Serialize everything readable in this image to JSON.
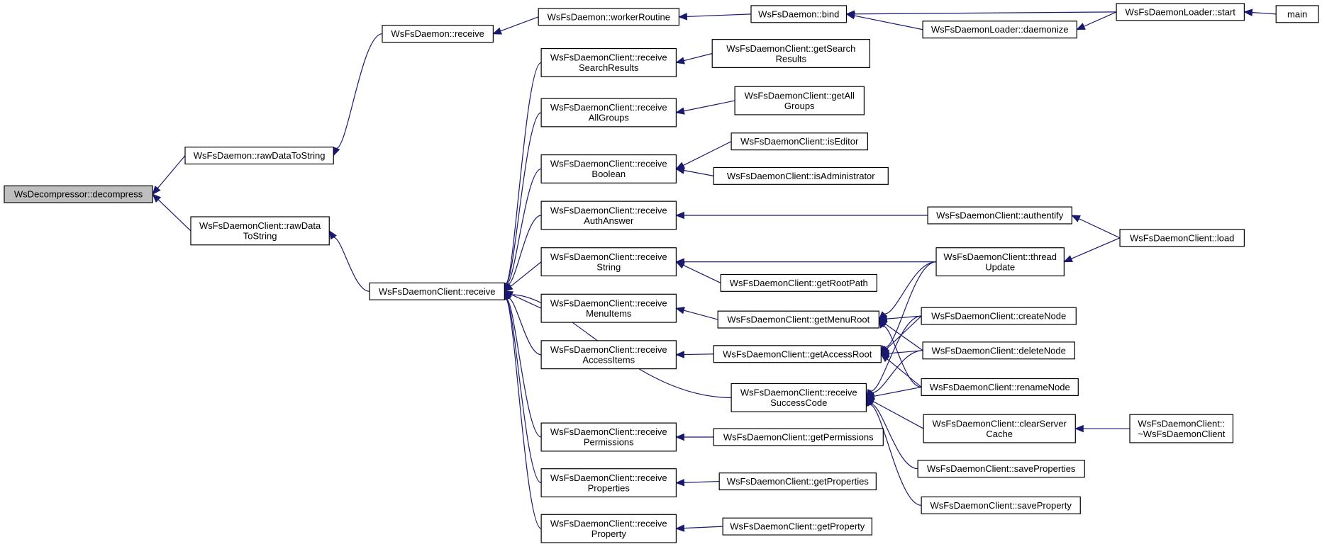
{
  "diagram": {
    "title": "",
    "edge_color": "#191970",
    "root_fill": "#bfbfbf",
    "nodes": [
      {
        "id": "decompress",
        "lines": [
          "WsDecompressor::decompress"
        ],
        "root": true
      },
      {
        "id": "rawDataToString",
        "lines": [
          "WsFsDaemon::rawDataToString"
        ]
      },
      {
        "id": "clientRawData",
        "lines": [
          "WsFsDaemonClient::rawData",
          "ToString"
        ]
      },
      {
        "id": "daemonReceive",
        "lines": [
          "WsFsDaemon::receive"
        ]
      },
      {
        "id": "clientReceive",
        "lines": [
          "WsFsDaemonClient::receive"
        ]
      },
      {
        "id": "workerRoutine",
        "lines": [
          "WsFsDaemon::workerRoutine"
        ]
      },
      {
        "id": "rSearch",
        "lines": [
          "WsFsDaemonClient::receive",
          "SearchResults"
        ]
      },
      {
        "id": "rGroups",
        "lines": [
          "WsFsDaemonClient::receive",
          "AllGroups"
        ]
      },
      {
        "id": "rBool",
        "lines": [
          "WsFsDaemonClient::receive",
          "Boolean"
        ]
      },
      {
        "id": "rAuth",
        "lines": [
          "WsFsDaemonClient::receive",
          "AuthAnswer"
        ]
      },
      {
        "id": "rString",
        "lines": [
          "WsFsDaemonClient::receive",
          "String"
        ]
      },
      {
        "id": "rMenu",
        "lines": [
          "WsFsDaemonClient::receive",
          "MenuItems"
        ]
      },
      {
        "id": "rAccess",
        "lines": [
          "WsFsDaemonClient::receive",
          "AccessItems"
        ]
      },
      {
        "id": "rPerm",
        "lines": [
          "WsFsDaemonClient::receive",
          "Permissions"
        ]
      },
      {
        "id": "rProps",
        "lines": [
          "WsFsDaemonClient::receive",
          "Properties"
        ]
      },
      {
        "id": "rProp",
        "lines": [
          "WsFsDaemonClient::receive",
          "Property"
        ]
      },
      {
        "id": "bind",
        "lines": [
          "WsFsDaemon::bind"
        ]
      },
      {
        "id": "getSearch",
        "lines": [
          "WsFsDaemonClient::getSearch",
          "Results"
        ]
      },
      {
        "id": "getAllGroups",
        "lines": [
          "WsFsDaemonClient::getAll",
          "Groups"
        ]
      },
      {
        "id": "isEditor",
        "lines": [
          "WsFsDaemonClient::isEditor"
        ]
      },
      {
        "id": "isAdmin",
        "lines": [
          "WsFsDaemonClient::isAdministrator"
        ]
      },
      {
        "id": "getRootPath",
        "lines": [
          "WsFsDaemonClient::getRootPath"
        ]
      },
      {
        "id": "getMenuRoot",
        "lines": [
          "WsFsDaemonClient::getMenuRoot"
        ]
      },
      {
        "id": "getAccessRoot",
        "lines": [
          "WsFsDaemonClient::getAccessRoot"
        ]
      },
      {
        "id": "rSuccess",
        "lines": [
          "WsFsDaemonClient::receive",
          "SuccessCode"
        ]
      },
      {
        "id": "getPerms",
        "lines": [
          "WsFsDaemonClient::getPermissions"
        ]
      },
      {
        "id": "getProps",
        "lines": [
          "WsFsDaemonClient::getProperties"
        ]
      },
      {
        "id": "getProp",
        "lines": [
          "WsFsDaemonClient::getProperty"
        ]
      },
      {
        "id": "daemonize",
        "lines": [
          "WsFsDaemonLoader::daemonize"
        ]
      },
      {
        "id": "authentify",
        "lines": [
          "WsFsDaemonClient::authentify"
        ]
      },
      {
        "id": "threadUpdate",
        "lines": [
          "WsFsDaemonClient::thread",
          "Update"
        ]
      },
      {
        "id": "createNode",
        "lines": [
          "WsFsDaemonClient::createNode"
        ]
      },
      {
        "id": "deleteNode",
        "lines": [
          "WsFsDaemonClient::deleteNode"
        ]
      },
      {
        "id": "renameNode",
        "lines": [
          "WsFsDaemonClient::renameNode"
        ]
      },
      {
        "id": "clearCache",
        "lines": [
          "WsFsDaemonClient::clearServer",
          "Cache"
        ]
      },
      {
        "id": "saveProps",
        "lines": [
          "WsFsDaemonClient::saveProperties"
        ]
      },
      {
        "id": "saveProp",
        "lines": [
          "WsFsDaemonClient::saveProperty"
        ]
      },
      {
        "id": "loaderStart",
        "lines": [
          "WsFsDaemonLoader::start"
        ]
      },
      {
        "id": "load",
        "lines": [
          "WsFsDaemonClient::load"
        ]
      },
      {
        "id": "destructor",
        "lines": [
          "WsFsDaemonClient::",
          "~WsFsDaemonClient"
        ]
      },
      {
        "id": "main",
        "lines": [
          "main"
        ]
      }
    ],
    "edges": [
      {
        "from": "rawDataToString",
        "to": "decompress"
      },
      {
        "from": "clientRawData",
        "to": "decompress"
      },
      {
        "from": "daemonReceive",
        "to": "rawDataToString"
      },
      {
        "from": "clientReceive",
        "to": "clientRawData"
      },
      {
        "from": "workerRoutine",
        "to": "daemonReceive"
      },
      {
        "from": "rSearch",
        "to": "clientReceive"
      },
      {
        "from": "rGroups",
        "to": "clientReceive"
      },
      {
        "from": "rBool",
        "to": "clientReceive"
      },
      {
        "from": "rAuth",
        "to": "clientReceive"
      },
      {
        "from": "rString",
        "to": "clientReceive"
      },
      {
        "from": "rMenu",
        "to": "clientReceive"
      },
      {
        "from": "rAccess",
        "to": "clientReceive"
      },
      {
        "from": "rSuccess",
        "to": "clientReceive"
      },
      {
        "from": "rPerm",
        "to": "clientReceive"
      },
      {
        "from": "rProps",
        "to": "clientReceive"
      },
      {
        "from": "rProp",
        "to": "clientReceive"
      },
      {
        "from": "bind",
        "to": "workerRoutine"
      },
      {
        "from": "getSearch",
        "to": "rSearch"
      },
      {
        "from": "getAllGroups",
        "to": "rGroups"
      },
      {
        "from": "isEditor",
        "to": "rBool"
      },
      {
        "from": "isAdmin",
        "to": "rBool"
      },
      {
        "from": "authentify",
        "to": "rAuth"
      },
      {
        "from": "threadUpdate",
        "to": "rString"
      },
      {
        "from": "getRootPath",
        "to": "rString"
      },
      {
        "from": "getMenuRoot",
        "to": "rMenu"
      },
      {
        "from": "getAccessRoot",
        "to": "rAccess"
      },
      {
        "from": "getPerms",
        "to": "rPerm"
      },
      {
        "from": "getProps",
        "to": "rProps"
      },
      {
        "from": "getProp",
        "to": "rProp"
      },
      {
        "from": "loaderStart",
        "to": "bind"
      },
      {
        "from": "daemonize",
        "to": "bind"
      },
      {
        "from": "loaderStart",
        "to": "daemonize"
      },
      {
        "from": "main",
        "to": "loaderStart"
      },
      {
        "from": "load",
        "to": "authentify"
      },
      {
        "from": "load",
        "to": "threadUpdate"
      },
      {
        "from": "threadUpdate",
        "to": "getMenuRoot"
      },
      {
        "from": "threadUpdate",
        "to": "getAccessRoot"
      },
      {
        "from": "createNode",
        "to": "getMenuRoot"
      },
      {
        "from": "createNode",
        "to": "getAccessRoot"
      },
      {
        "from": "createNode",
        "to": "rSuccess"
      },
      {
        "from": "deleteNode",
        "to": "getMenuRoot"
      },
      {
        "from": "deleteNode",
        "to": "getAccessRoot"
      },
      {
        "from": "deleteNode",
        "to": "rSuccess"
      },
      {
        "from": "renameNode",
        "to": "getMenuRoot"
      },
      {
        "from": "renameNode",
        "to": "getAccessRoot"
      },
      {
        "from": "renameNode",
        "to": "rSuccess"
      },
      {
        "from": "clearCache",
        "to": "rSuccess"
      },
      {
        "from": "saveProps",
        "to": "rSuccess"
      },
      {
        "from": "saveProp",
        "to": "rSuccess"
      },
      {
        "from": "destructor",
        "to": "clearCache"
      }
    ]
  }
}
